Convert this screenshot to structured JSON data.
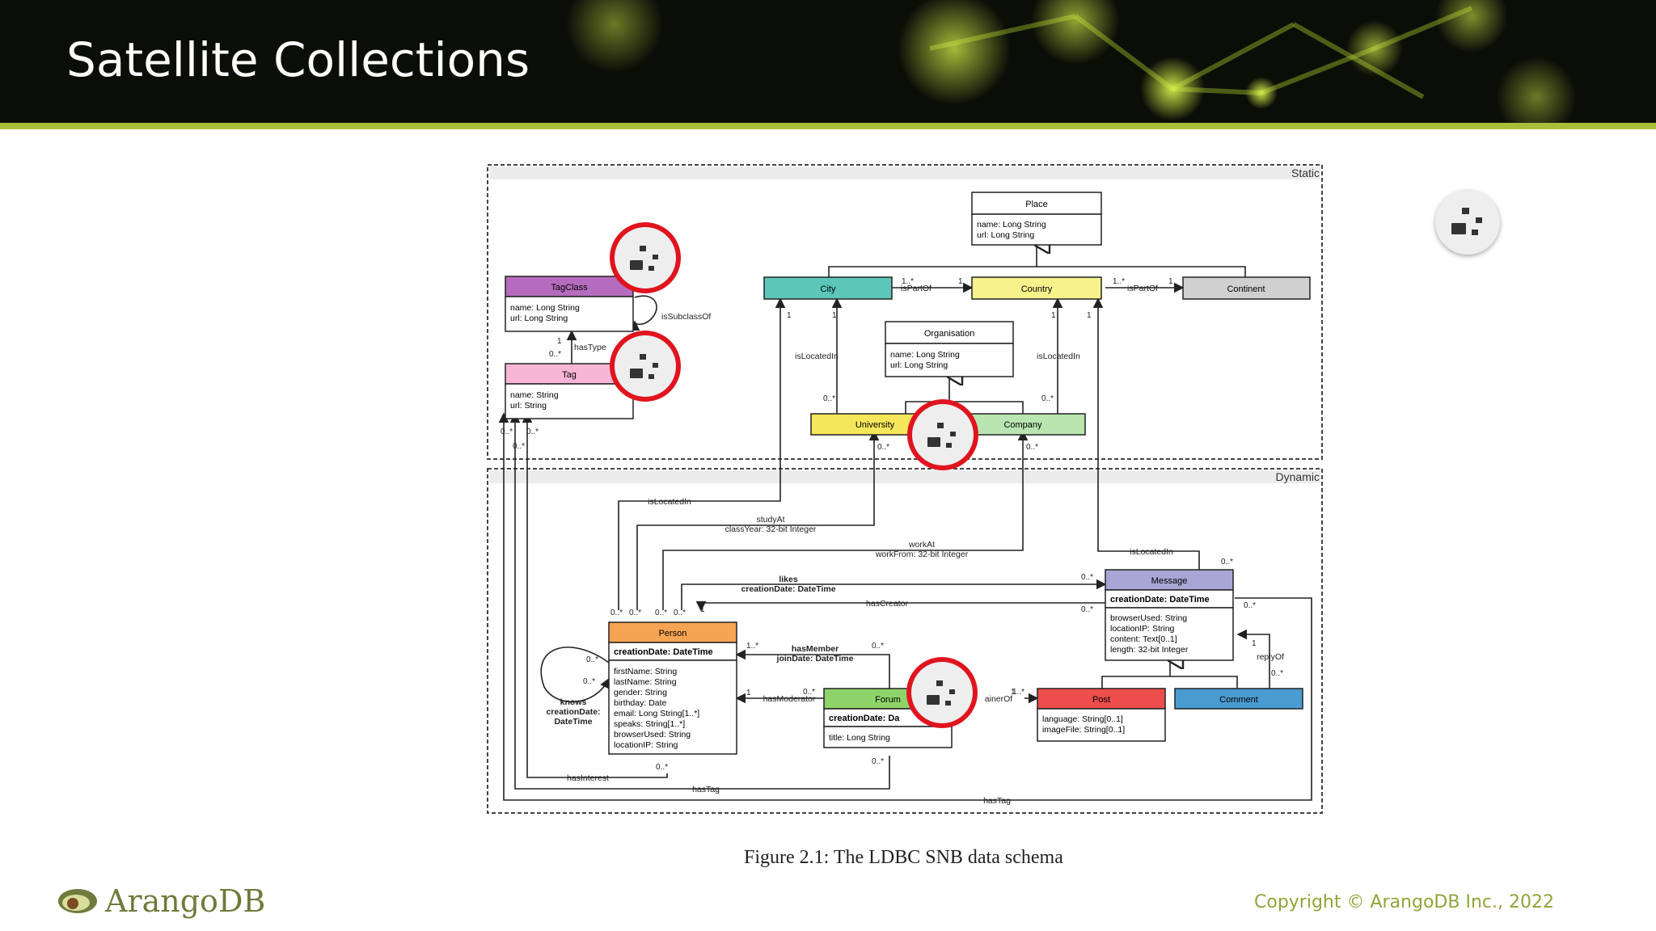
{
  "slide": {
    "title": "Satellite Collections"
  },
  "figure": {
    "caption": "Figure 2.1: The LDBC SNB data schema",
    "static_label": "Static",
    "dynamic_label": "Dynamic",
    "entities": {
      "place": {
        "name": "Place",
        "attrs": [
          "name: Long String",
          "url: Long String"
        ]
      },
      "city": {
        "name": "City"
      },
      "country": {
        "name": "Country"
      },
      "continent": {
        "name": "Continent"
      },
      "organisation": {
        "name": "Organisation",
        "attrs": [
          "name: Long String",
          "url: Long String"
        ]
      },
      "university": {
        "name": "University"
      },
      "company": {
        "name": "Company"
      },
      "tagclass": {
        "name": "TagClass",
        "attrs": [
          "name: Long String",
          "url: Long String"
        ]
      },
      "tag": {
        "name": "Tag",
        "attrs": [
          "name: String",
          "url: String"
        ]
      },
      "person": {
        "name": "Person",
        "key": "creationDate: DateTime",
        "attrs": [
          "firstName: String",
          "lastName: String",
          "gender: String",
          "birthday: Date",
          "email: Long String[1..*]",
          "speaks: String[1..*]",
          "browserUsed: String",
          "locationIP: String"
        ]
      },
      "forum": {
        "name": "Forum",
        "key": "creationDate: Da",
        "attrs": [
          "title: Long String"
        ]
      },
      "message": {
        "name": "Message",
        "key": "creationDate: DateTime",
        "attrs": [
          "browserUsed: String",
          "locationIP: String",
          "content: Text[0..1]",
          "length: 32-bit Integer"
        ]
      },
      "post": {
        "name": "Post",
        "attrs": [
          "language: String[0..1]",
          "imageFile: String[0..1]"
        ]
      },
      "comment": {
        "name": "Comment"
      }
    },
    "edge_labels": {
      "isPartOf_city": "isPartOf",
      "isPartOf_country": "isPartOf",
      "isSubclassOf": "isSubclassOf",
      "hasType": "hasType",
      "isLocatedIn_univ": "isLocatedIn",
      "isLocatedIn_company": "isLocatedIn",
      "isLocatedIn_person": "isLocatedIn",
      "studyAt": "studyAt",
      "studyAt_attr": "classYear: 32-bit Integer",
      "workAt": "workAt",
      "workAt_attr": "workFrom: 32-bit Integer",
      "isLocatedIn_message": "isLocatedIn",
      "likes": "likes",
      "likes_attr": "creationDate: DateTime",
      "hasCreator": "hasCreator",
      "hasMember": "hasMember",
      "hasMember_attr": "joinDate: DateTime",
      "hasModerator": "hasModerator",
      "containerOf": "ainerOf",
      "replyOf": "replyOf",
      "knows": "knows",
      "knows_attr1": "creationDate:",
      "knows_attr2": "DateTime",
      "hasInterest": "hasInterest",
      "hasTag_forum": "hasTag",
      "hasTag_message": "hasTag"
    },
    "multiplicities": {
      "city_country_left": "1..*",
      "city_country_right": "1",
      "country_continent_left": "1..*",
      "country_continent_right": "1",
      "city_1a": "1",
      "city_1b": "1",
      "country_1a": "1",
      "country_1b": "1",
      "univ_0": "0..*",
      "comp_0": "0..*",
      "univ_b": "0..*",
      "comp_b": "0..*",
      "tc_1": "1",
      "tag_0": "0..*",
      "tag_a": "0..*",
      "tag_b": "0..*",
      "tag_c": "0..*",
      "msg_loc": "0..*",
      "likes_0": "0..*",
      "creator_0": "0..*",
      "msg_r": "0..*",
      "p1": "0..*",
      "p2": "0..*",
      "p3": "0..*",
      "p4": "0..*",
      "p5": "1",
      "hm_1": "1..*",
      "hm_0": "0..*",
      "hmod_1": "1",
      "hmod_0": "0..*",
      "cont_1": "1",
      "cont_2": "1..*",
      "reply_1": "1",
      "reply_0": "0..*",
      "knows_a": "0..*",
      "knows_b": "0..*",
      "interest_0": "0..*",
      "forum_0": "0..*"
    }
  },
  "footer": {
    "logo_text": "ArangoDB",
    "copyright": "Copyright © ArangoDB Inc., 2022"
  },
  "colors": {
    "accent_green": "#a9bf3c",
    "tagclass": "#b56cbe",
    "tag": "#f7b6d6",
    "city": "#5cc6b8",
    "country": "#f7f28a",
    "continent": "#d0d0d0",
    "university": "#f5e75a",
    "company": "#b9e6b0",
    "person": "#f6a454",
    "forum": "#8fd46a",
    "message": "#a9a6d6",
    "post": "#ee4d4d",
    "comment": "#4a9bd0",
    "marker_red": "#e0141e"
  }
}
